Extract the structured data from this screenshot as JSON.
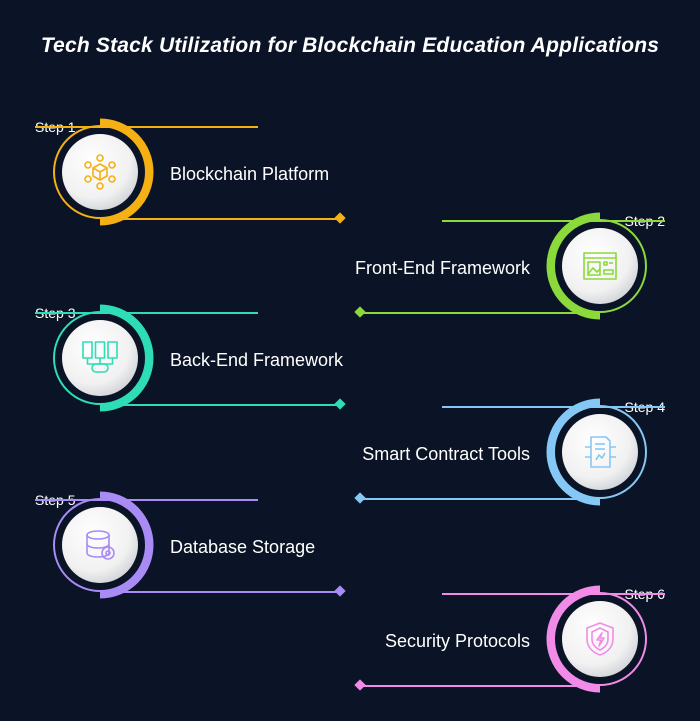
{
  "title": "Tech Stack Utilization for Blockchain Education Applications",
  "steps": [
    {
      "label": "Step 1",
      "name": "Blockchain Platform",
      "color": "#f5b014",
      "icon": "blockchain-cube-network-icon",
      "side": "left"
    },
    {
      "label": "Step 2",
      "name": "Front-End Framework",
      "color": "#8bd93a",
      "icon": "browser-window-layout-icon",
      "side": "right"
    },
    {
      "label": "Step 3",
      "name": "Back-End Framework",
      "color": "#2eddb5",
      "icon": "servers-code-icon",
      "side": "left"
    },
    {
      "label": "Step 4",
      "name": "Smart Contract Tools",
      "color": "#86c8f5",
      "icon": "contract-document-circuit-icon",
      "side": "right"
    },
    {
      "label": "Step 5",
      "name": "Database Storage",
      "color": "#a98bf5",
      "icon": "database-gear-icon",
      "side": "left"
    },
    {
      "label": "Step 6",
      "name": "Security Protocols",
      "color": "#f28be8",
      "icon": "shield-lightning-icon",
      "side": "right"
    }
  ]
}
